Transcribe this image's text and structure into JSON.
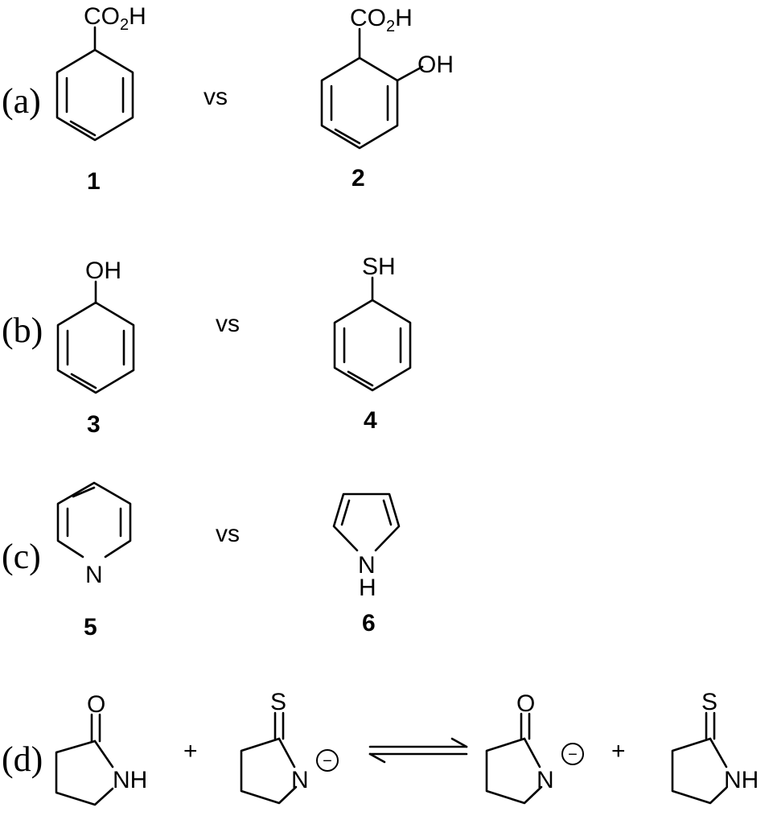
{
  "parts": {
    "a": {
      "label": "(a)",
      "vs": "vs",
      "left_number": "1",
      "right_number": "2"
    },
    "b": {
      "label": "(b)",
      "vs": "vs",
      "left_number": "3",
      "right_number": "4"
    },
    "c": {
      "label": "(c)",
      "vs": "vs",
      "left_number": "5",
      "right_number": "6"
    },
    "d": {
      "label": "(d)",
      "plus_1": "+",
      "plus_2": "+"
    }
  },
  "atoms": {
    "co": "CO",
    "sub2": "2",
    "h": "H",
    "oh": "OH",
    "sh": "SH",
    "n": "N",
    "nh": "NH",
    "o": "O",
    "s": "S",
    "minus": "−"
  },
  "arrow": "equilibrium"
}
